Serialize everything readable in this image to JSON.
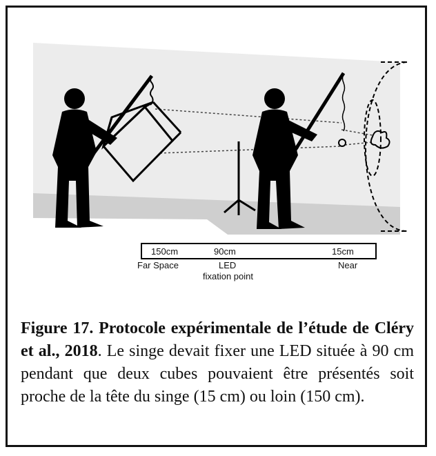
{
  "scale": {
    "far": {
      "distance": "150cm",
      "label": "Far Space"
    },
    "mid": {
      "distance": "90cm",
      "label": "LED",
      "sublabel": "fixation point"
    },
    "near": {
      "distance": "15cm",
      "label": "Near"
    }
  },
  "caption": {
    "title": "Figure 17. Protocole expérimentale de l’étude de Cléry et al., 2018",
    "body": ". Le singe devait fixer une LED située à 90 cm pendant que deux cubes pouvaient être présentés soit proche de la tête du singe (15 cm) ou loin (150 cm)."
  }
}
